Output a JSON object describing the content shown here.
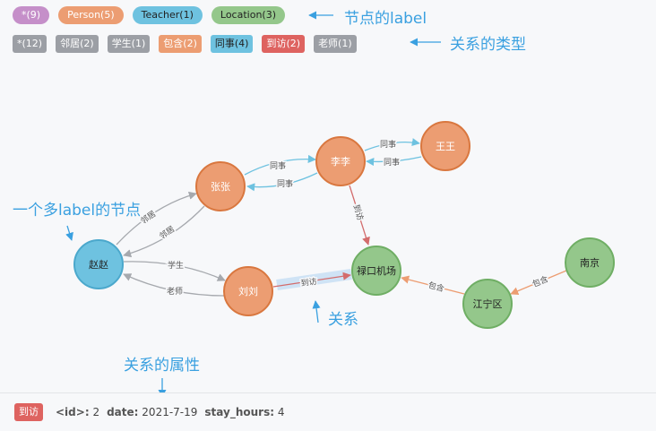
{
  "node_labels": [
    {
      "text": "*(9)",
      "color": "#c58fc9",
      "textColor": "#fff"
    },
    {
      "text": "Person(5)",
      "color": "#ec9d72",
      "textColor": "#fff"
    },
    {
      "text": "Teacher(1)",
      "color": "#6ec2e0",
      "textColor": "#222"
    },
    {
      "text": "Location(3)",
      "color": "#94c78b",
      "textColor": "#222"
    }
  ],
  "rel_types": [
    {
      "text": "*(12)",
      "color": "#9c9fa5",
      "textColor": "#fff"
    },
    {
      "text": "邻居(2)",
      "color": "#9c9fa5",
      "textColor": "#fff"
    },
    {
      "text": "学生(1)",
      "color": "#9c9fa5",
      "textColor": "#fff"
    },
    {
      "text": "包含(2)",
      "color": "#ec9d72",
      "textColor": "#fff"
    },
    {
      "text": "同事(4)",
      "color": "#6ec2e0",
      "textColor": "#222"
    },
    {
      "text": "到访(2)",
      "color": "#de6360",
      "textColor": "#fff"
    },
    {
      "text": "老师(1)",
      "color": "#9c9fa5",
      "textColor": "#fff"
    }
  ],
  "notes": {
    "node_label": "节点的label",
    "rel_type": "关系的类型",
    "multi_label": "一个多label的节点",
    "relation": "关系",
    "rel_props": "关系的属性"
  },
  "nodes": {
    "zhang": "张张",
    "li": "李李",
    "wang": "王王",
    "zhao": "赵赵",
    "liu": "刘刘",
    "lukou": "禄口机场",
    "jiangning": "江宁区",
    "nanjing": "南京"
  },
  "edges": {
    "colleague": "同事",
    "neighbor": "邻居",
    "student": "学生",
    "teacher": "老师",
    "visit": "到访",
    "contain": "包含"
  },
  "footer": {
    "tag": "到访",
    "id_key": "<id>:",
    "id_val": "2",
    "date_key": "date:",
    "date_val": "2021-7-19",
    "stay_key": "stay_hours:",
    "stay_val": "4"
  }
}
